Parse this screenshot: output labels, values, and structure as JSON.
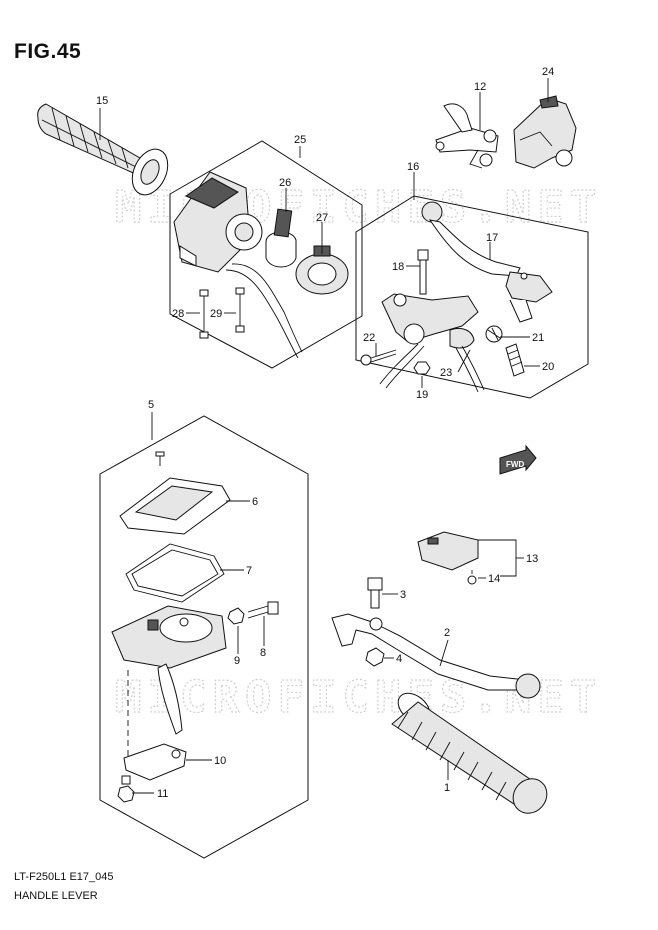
{
  "figure": {
    "title": "FIG.45",
    "code": "LT-F250L1 E17_045",
    "caption": "HANDLE LEVER",
    "watermark": "MICROFICHES.NET",
    "fwd_label": "FWD"
  },
  "callouts": [
    "1",
    "2",
    "3",
    "4",
    "5",
    "6",
    "7",
    "8",
    "9",
    "10",
    "11",
    "12",
    "13",
    "14",
    "15",
    "16",
    "17",
    "18",
    "19",
    "20",
    "21",
    "22",
    "23",
    "24",
    "25",
    "26",
    "27",
    "28",
    "29"
  ]
}
